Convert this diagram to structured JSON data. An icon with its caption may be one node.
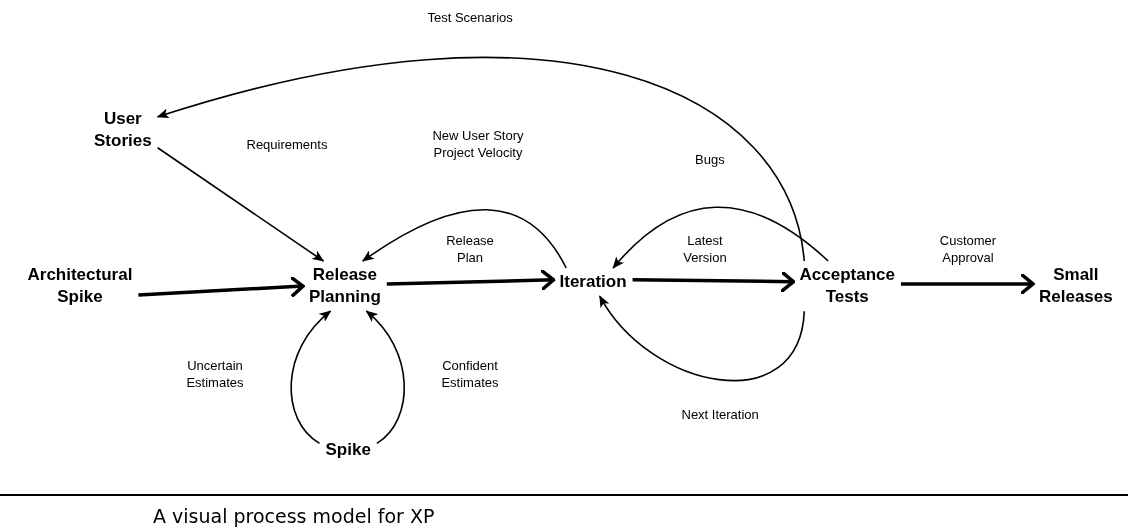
{
  "diagram": {
    "caption": "A visual process model for XP",
    "nodes": [
      {
        "text": [
          "User Stories"
        ]
      },
      {
        "text": [
          "Architectural Spike"
        ]
      },
      {
        "text": [
          "Release Planning"
        ]
      },
      {
        "text": [
          "Iteration"
        ]
      },
      {
        "text": [
          "Acceptance Tests"
        ]
      },
      {
        "text": [
          "Small Releases"
        ]
      },
      {
        "text": [
          "Spike"
        ]
      }
    ],
    "edges": [
      {
        "from": 4,
        "to": 0,
        "arrow": "to",
        "label": "Test Scenarios"
      },
      {
        "from": 0,
        "to": 2,
        "arrow": "to",
        "label": "Requirements"
      },
      {
        "from": 1,
        "to": 2,
        "arrow": "to",
        "style": "thick"
      },
      {
        "from": 2,
        "to": 3,
        "arrow": "to",
        "label": "Release Plan",
        "style": "thick"
      },
      {
        "from": 3,
        "to": 2,
        "arrow": "to",
        "label": "New User Story Project Velocity"
      },
      {
        "from": 3,
        "to": 4,
        "arrow": "to",
        "label": "Latest Version",
        "style": "thick"
      },
      {
        "from": 4,
        "to": 3,
        "arrow": "to",
        "label": "Bugs"
      },
      {
        "from": 4,
        "to": 3,
        "arrow": "to",
        "label": "Next Iteration"
      },
      {
        "from": 4,
        "to": 5,
        "arrow": "to",
        "label": "Customer Approval",
        "style": "thick"
      },
      {
        "from": 6,
        "to": 2,
        "arrow": "to",
        "label": "Uncertain Estimates"
      },
      {
        "from": 6,
        "to": 2,
        "arrow": "to",
        "label": "Confident Estimates"
      }
    ]
  }
}
